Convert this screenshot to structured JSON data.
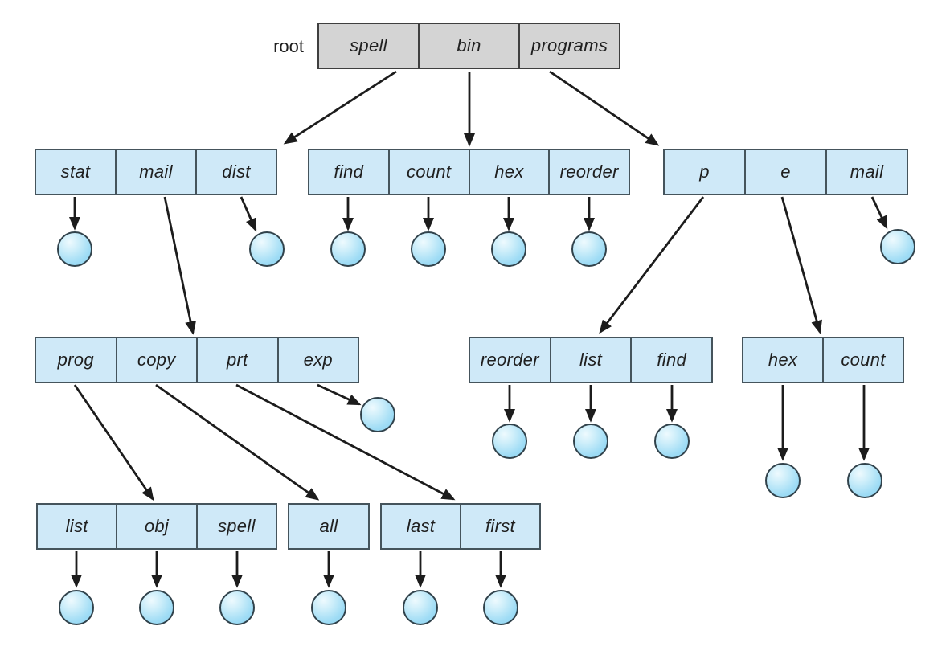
{
  "labels": {
    "root": "root"
  },
  "boxes": {
    "root": {
      "cells": [
        "spell",
        "bin",
        "programs"
      ]
    },
    "statMailDist": {
      "cells": [
        "stat",
        "mail",
        "dist"
      ]
    },
    "findCountHexReorder": {
      "cells": [
        "find",
        "count",
        "hex",
        "reorder"
      ]
    },
    "pEMail": {
      "cells": [
        "p",
        "e",
        "mail"
      ]
    },
    "progCopyPrtExp": {
      "cells": [
        "prog",
        "copy",
        "prt",
        "exp"
      ]
    },
    "reorderListFind": {
      "cells": [
        "reorder",
        "list",
        "find"
      ]
    },
    "hexCount": {
      "cells": [
        "hex",
        "count"
      ]
    },
    "listObjSpell": {
      "cells": [
        "list",
        "obj",
        "spell"
      ]
    },
    "all": {
      "cells": [
        "all"
      ]
    },
    "lastFirst": {
      "cells": [
        "last",
        "first"
      ]
    }
  },
  "colors": {
    "background": "#ffffff",
    "directory_box_fill": "#cfe9f8",
    "directory_box_border": "#45545c",
    "root_box_fill": "#d4d4d4",
    "root_box_border": "#3f3f3f",
    "file_node_fill": "#9fdcf5",
    "file_node_highlight": "#eefafe",
    "file_node_border": "#31424b",
    "arrow_color": "#1c1c1c",
    "text_color": "#1f1f1f"
  }
}
